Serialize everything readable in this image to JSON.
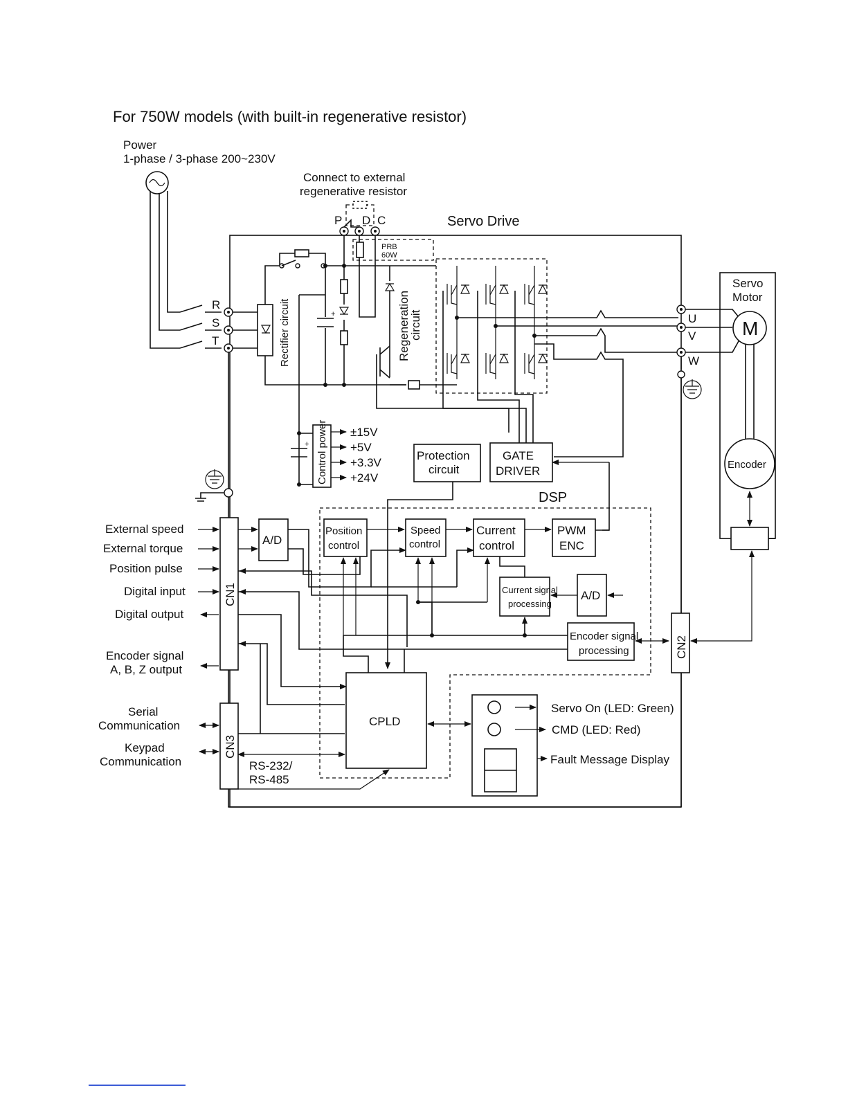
{
  "title": "For 750W models (with built-in regenerative resistor)",
  "power": {
    "line1": "Power",
    "line2": "1-phase / 3-phase 200~230V"
  },
  "external_resistor": {
    "line1": "Connect to external",
    "line2": "regenerative resistor"
  },
  "servo_drive": "Servo Drive",
  "terminals": {
    "p": "P",
    "d": "D",
    "c": "C",
    "r": "R",
    "s": "S",
    "t": "T",
    "u": "U",
    "v": "V",
    "w": "W"
  },
  "prb": {
    "line1": "PRB",
    "line2": "60W"
  },
  "rectifier": "Rectifier circuit",
  "regeneration": {
    "line1": "Regeneration",
    "line2": "circuit"
  },
  "servo_motor": {
    "line1": "Servo",
    "line2": "Motor",
    "symbol": "M",
    "encoder": "Encoder"
  },
  "control_power": {
    "label": "Control power",
    "outputs": [
      "±15V",
      "+5V",
      "+3.3V",
      "+24V"
    ]
  },
  "protection": {
    "line1": "Protection",
    "line2": "circuit"
  },
  "gate_driver": {
    "line1": "GATE",
    "line2": "DRIVER"
  },
  "dsp": "DSP",
  "blocks": {
    "ad": "A/D",
    "position_control": {
      "line1": "Position",
      "line2": "control"
    },
    "speed_control": {
      "line1": "Speed",
      "line2": "control"
    },
    "current_control": {
      "line1": "Current",
      "line2": "control"
    },
    "pwm_enc": {
      "line1": "PWM",
      "line2": "ENC"
    },
    "current_signal": {
      "line1": "Current signal",
      "line2": "processing"
    },
    "encoder_signal": {
      "line1": "Encoder signal",
      "line2": "processing"
    },
    "cpld": "CPLD"
  },
  "connectors": {
    "cn1": "CN1",
    "cn2": "CN2",
    "cn3": "CN3"
  },
  "cn1_signals": [
    "External speed",
    "External torque",
    "Position pulse",
    "Digital input",
    "Digital output"
  ],
  "encoder_output": {
    "line1": "Encoder signal",
    "line2": "A, B, Z output"
  },
  "cn3_signals": {
    "serial": {
      "line1": "Serial",
      "line2": "Communication"
    },
    "keypad": {
      "line1": "Keypad",
      "line2": "Communication"
    }
  },
  "rs": {
    "line1": "RS-232/",
    "line2": "RS-485"
  },
  "indicators": [
    "Servo On (LED: Green)",
    "CMD (LED: Red)",
    "Fault Message Display"
  ]
}
